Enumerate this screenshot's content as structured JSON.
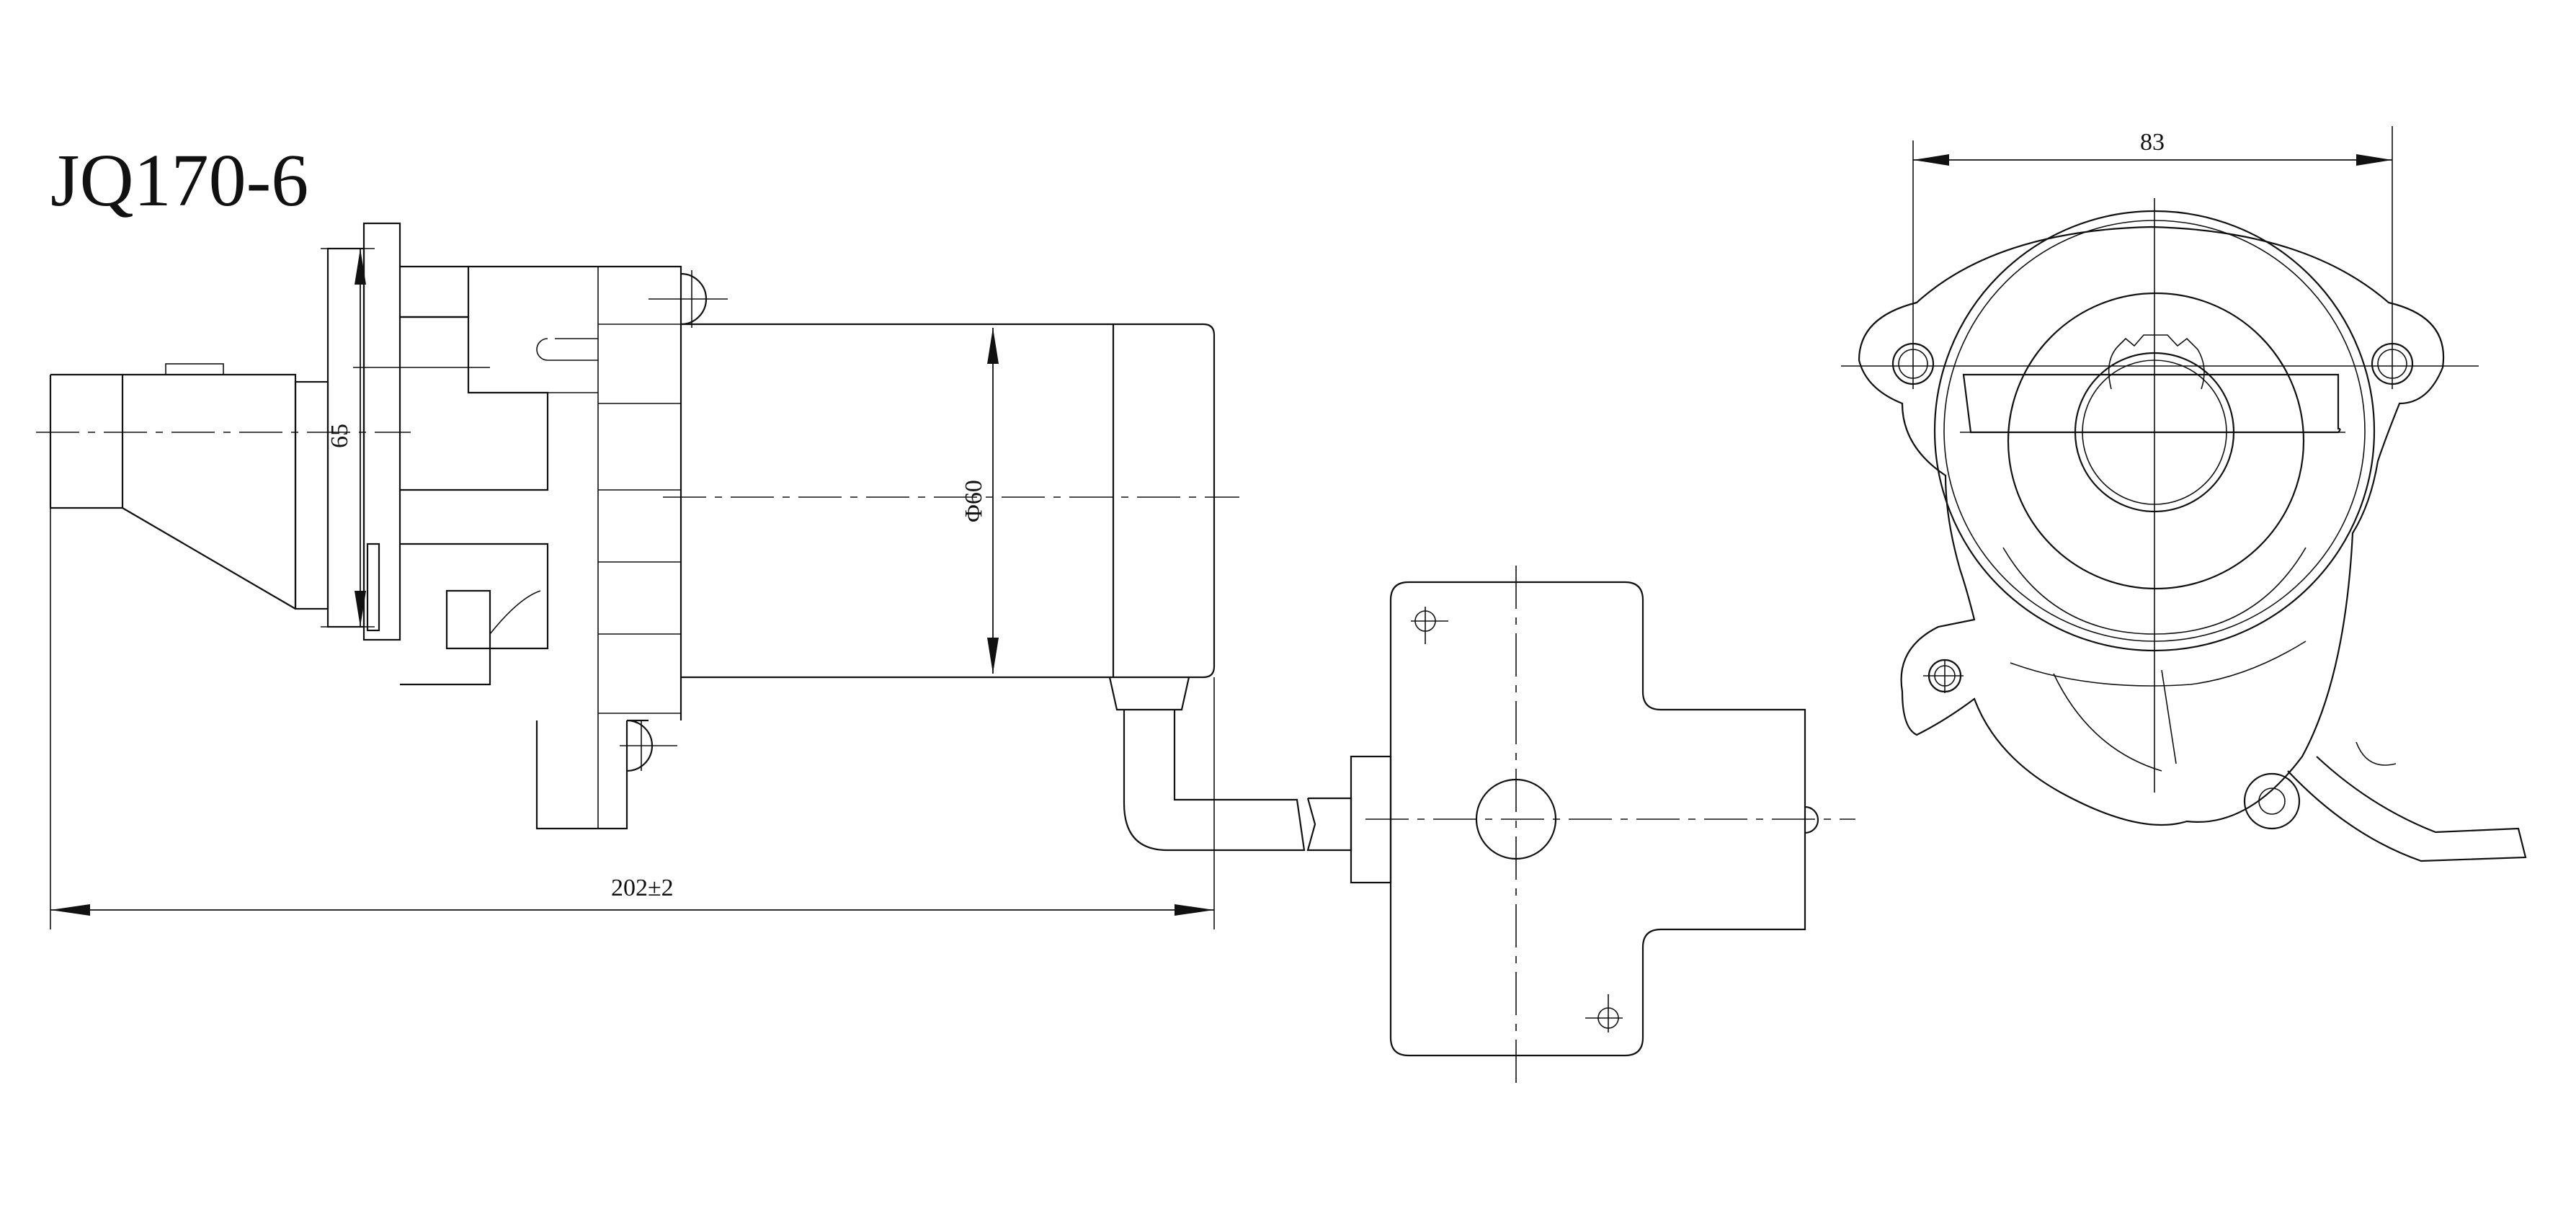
{
  "title": "JQ170-6",
  "dimensions": {
    "length": "202±2",
    "flange_height": "65",
    "body_diameter": "Φ60",
    "bolt_spacing": "83"
  }
}
